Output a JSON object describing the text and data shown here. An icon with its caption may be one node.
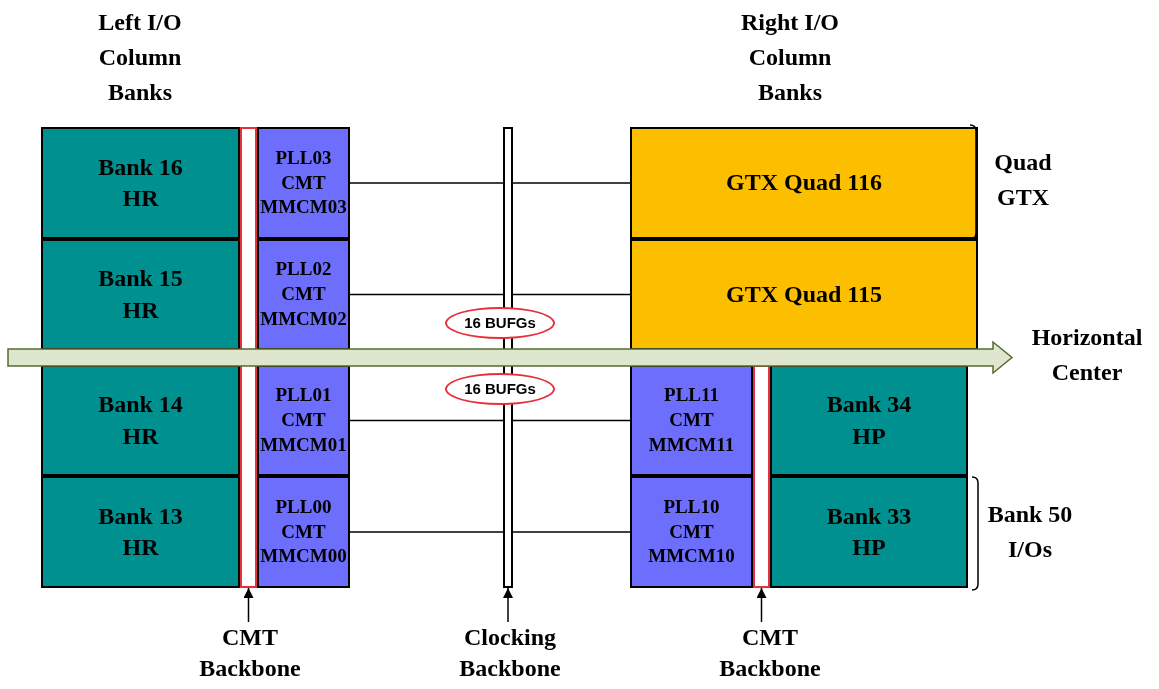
{
  "diagram": {
    "nodes": [
      {
        "text": [
          "Bank 16 HR"
        ]
      },
      {
        "text": [
          "Bank 15 HR"
        ]
      },
      {
        "text": [
          "Bank 14 HR"
        ]
      },
      {
        "text": [
          "Bank 13 HR"
        ]
      },
      {
        "text": [
          "PLL03 CMT MMCM03"
        ]
      },
      {
        "text": [
          "PLL02 CMT MMCM02"
        ]
      },
      {
        "text": [
          "PLL01 CMT MMCM01"
        ]
      },
      {
        "text": [
          "PLL00 CMT MMCM00"
        ]
      },
      {
        "text": [],
        "shape": "bar"
      },
      {
        "text": [],
        "shape": "bar"
      },
      {
        "text": [
          "GTX Quad 116"
        ]
      },
      {
        "text": [
          "GTX Quad 115"
        ]
      },
      {
        "text": [
          "PLL11 CMT MMCM11"
        ]
      },
      {
        "text": [
          "PLL10 CMT MMCM10"
        ]
      },
      {
        "text": [
          "Bank 34 HP"
        ]
      },
      {
        "text": [
          "Bank 33 HP"
        ]
      },
      {
        "text": [],
        "shape": "bar"
      },
      {
        "text": [
          "16 BUFGs"
        ]
      },
      {
        "text": [
          "16 BUFGs"
        ]
      },
      {
        "text": [
          "CMT Backbone"
        ]
      },
      {
        "text": [
          "Clocking Backbone"
        ]
      },
      {
        "text": [
          "CMT Backbone"
        ]
      }
    ],
    "edges": [
      {
        "from": 4,
        "to": 9,
        "arrow": "none"
      },
      {
        "from": 5,
        "to": 9,
        "arrow": "none"
      },
      {
        "from": 6,
        "to": 9,
        "arrow": "none"
      },
      {
        "from": 7,
        "to": 9,
        "arrow": "none"
      },
      {
        "from": 9,
        "to": 10,
        "arrow": "none"
      },
      {
        "from": 9,
        "to": 11,
        "arrow": "none"
      },
      {
        "from": 9,
        "to": 12,
        "arrow": "none"
      },
      {
        "from": 9,
        "to": 13,
        "arrow": "none"
      },
      {
        "from": 19,
        "to": 8,
        "arrow": "to"
      },
      {
        "from": 20,
        "to": 9,
        "arrow": "to"
      },
      {
        "from": 21,
        "to": 16,
        "arrow": "to"
      }
    ],
    "labels": [
      "Left I/O Column Banks",
      "Right I/O Column Banks",
      "Quad GTX",
      "Horizontal Center",
      "Bank 50 I/Os"
    ]
  }
}
